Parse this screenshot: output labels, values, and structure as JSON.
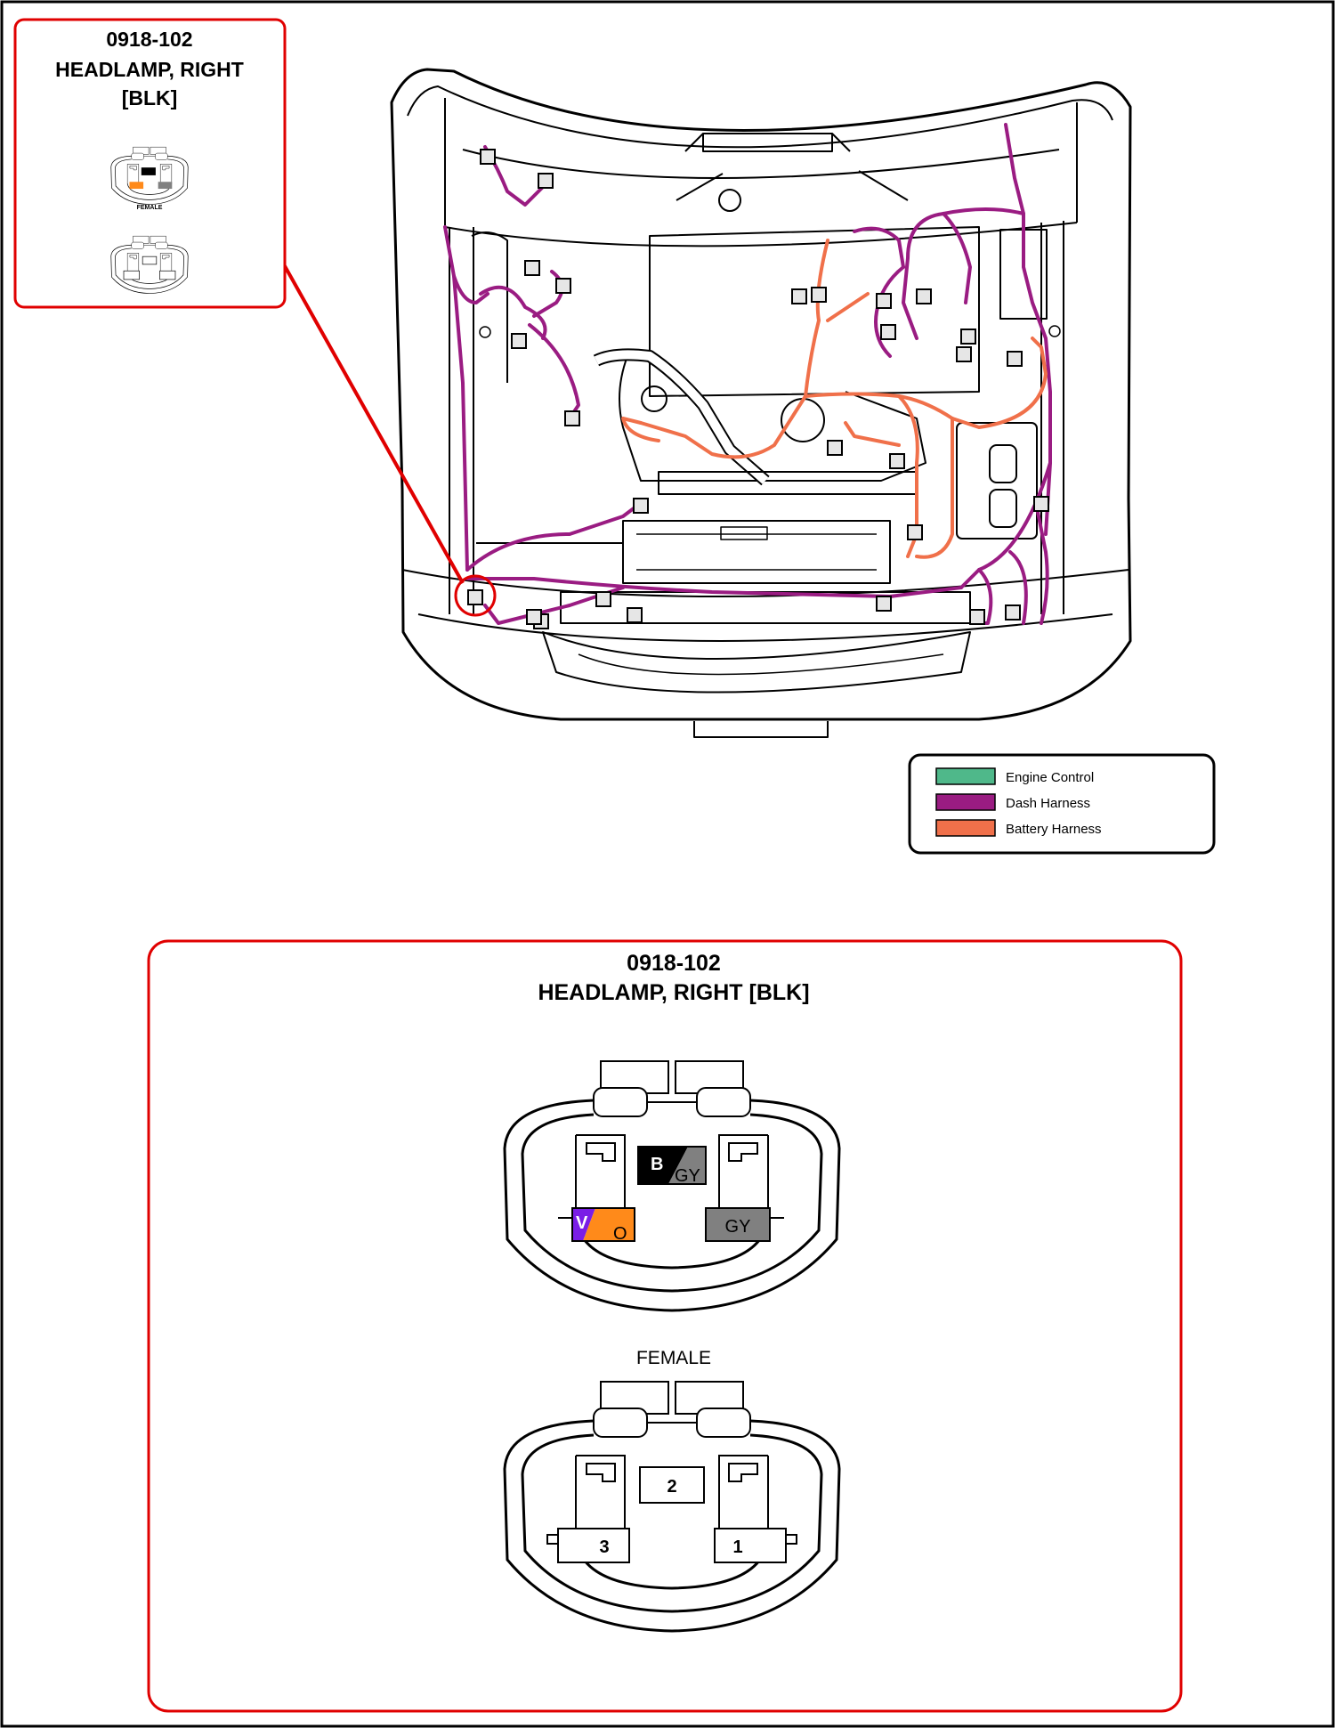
{
  "connector": {
    "code": "0918-102",
    "name_line1": "HEADLAMP, RIGHT",
    "name_line2": "[BLK]",
    "name_full": "HEADLAMP, RIGHT [BLK]",
    "gender": "FEMALE"
  },
  "legend": {
    "items": [
      {
        "label": "Engine Control",
        "color": "#4fb88a"
      },
      {
        "label": "Dash Harness",
        "color": "#9a1c82"
      },
      {
        "label": "Battery Harness",
        "color": "#f0704a"
      }
    ]
  },
  "harness_view": {
    "wire_colors": {
      "dash": "#9a1c82",
      "battery": "#f0704a"
    },
    "highlight_color": "#e00000"
  },
  "wire_side": {
    "cavities": [
      {
        "pos": "top",
        "codes": [
          "B",
          "GY"
        ],
        "colors": [
          "#000000",
          "#808080"
        ]
      },
      {
        "pos": "left",
        "codes": [
          "V",
          "O"
        ],
        "colors": [
          "#7a1ee6",
          "#ff8a1a"
        ]
      },
      {
        "pos": "right",
        "codes": [
          "GY"
        ],
        "colors": [
          "#808080"
        ]
      }
    ]
  },
  "terminal_side": {
    "pins": [
      "2",
      "3",
      "1"
    ]
  }
}
